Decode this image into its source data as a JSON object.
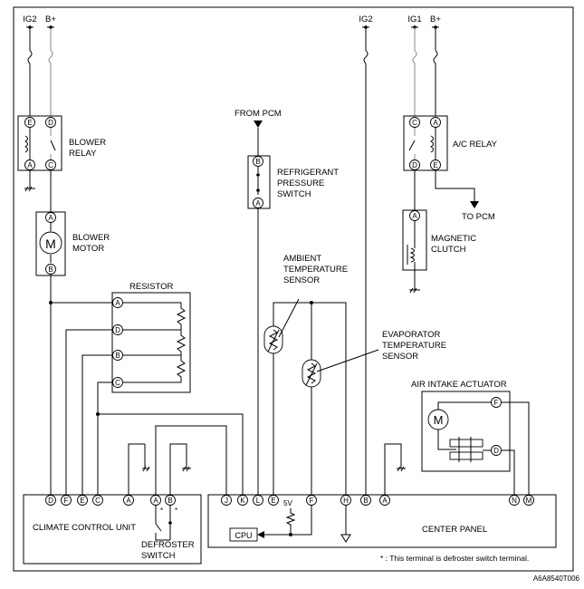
{
  "diagram_code": "A6A8540T006",
  "footnote": "* : This terminal is defroster switch terminal.",
  "power_labels": {
    "left_ig2": "IG2",
    "left_bplus": "B+",
    "mid_ig2": "IG2",
    "right_ig1": "IG1",
    "right_bplus": "B+"
  },
  "blower_relay": {
    "line1": "BLOWER",
    "line2": "RELAY",
    "pins": [
      "E",
      "D",
      "A",
      "C"
    ]
  },
  "blower_motor": {
    "line1": "BLOWER",
    "line2": "MOTOR",
    "symbol": "M",
    "pins": [
      "A",
      "B"
    ]
  },
  "resistor": {
    "title": "RESISTOR",
    "pins": [
      "A",
      "D",
      "B",
      "C"
    ]
  },
  "from_pcm": "FROM PCM",
  "refrigerant_switch": {
    "line1": "REFRIGERANT",
    "line2": "PRESSURE",
    "line3": "SWITCH",
    "pins": [
      "B",
      "A"
    ]
  },
  "ambient_sensor": {
    "line1": "AMBIENT",
    "line2": "TEMPERATURE",
    "line3": "SENSOR"
  },
  "evaporator_sensor": {
    "line1": "EVAPORATOR",
    "line2": "TEMPERATURE",
    "line3": "SENSOR"
  },
  "ac_relay": {
    "label": "A/C RELAY",
    "pins": [
      "C",
      "A",
      "D",
      "E"
    ]
  },
  "to_pcm": "TO PCM",
  "magnetic_clutch": {
    "line1": "MAGNETIC",
    "line2": "CLUTCH",
    "pins": [
      "A"
    ]
  },
  "air_intake": {
    "title": "AIR INTAKE ACTUATOR",
    "symbol": "M",
    "pins": [
      "F",
      "D"
    ]
  },
  "climate_control_unit": {
    "label": "CLIMATE CONTROL UNIT",
    "pins": [
      "D",
      "F",
      "E",
      "C",
      "A",
      "A",
      "B"
    ],
    "star": "*"
  },
  "defroster_switch": {
    "line1": "DEFROSTER",
    "line2": "SWITCH"
  },
  "center_panel": {
    "label": "CENTER PANEL",
    "pins": [
      "J",
      "K",
      "L",
      "E",
      "F",
      "H",
      "B",
      "A",
      "N",
      "M"
    ],
    "v5": "5V",
    "cpu": "CPU"
  }
}
